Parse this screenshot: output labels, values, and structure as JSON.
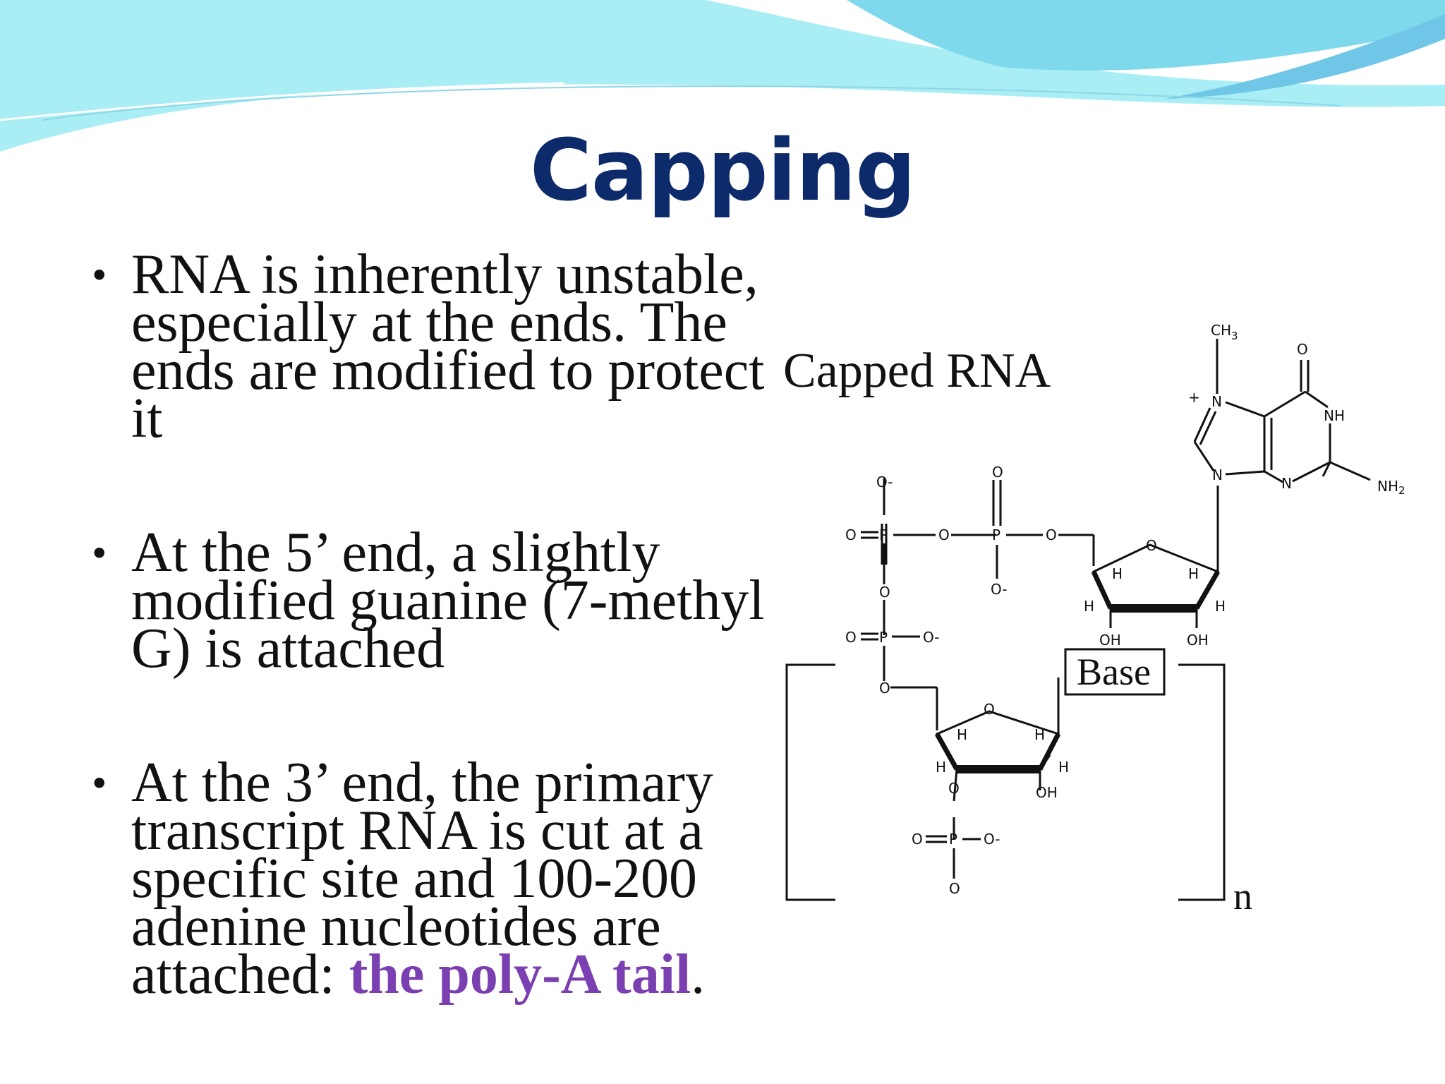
{
  "colors": {
    "title": "#0d2a6b",
    "highlight": "#7a3fb0",
    "wave_light": "#a8eef4",
    "wave_mid": "#7fd9ec",
    "wave_dark": "#6fc6e6"
  },
  "title": "Capping",
  "bullets": [
    {
      "parts": [
        {
          "text": "RNA is inherently unstable, especially at the ends.  The ends are modified to protect it",
          "emphasis": false
        }
      ]
    },
    {
      "parts": [
        {
          "text": "At the 5’ end, a slightly modified guanine (7-methyl G) is attached",
          "emphasis": false
        }
      ]
    },
    {
      "parts": [
        {
          "text": "At the 3’ end, the primary transcript RNA is cut at a specific site and 100-200 adenine nucleotides are attached: ",
          "emphasis": false
        },
        {
          "text": "the poly-A tail",
          "emphasis": true
        },
        {
          "text": ".",
          "emphasis": false
        }
      ]
    }
  ],
  "diagram": {
    "label": "Capped RNA",
    "base_box": "Base",
    "repeat": "n",
    "atoms": {
      "methyl": "CH",
      "methyl_sub": "3",
      "charge": "+",
      "n7": "N",
      "n9": "N",
      "n3": "N",
      "nh": "NH",
      "keto_o": "O",
      "amine": "NH",
      "amine_sub": "2",
      "p1_top": "O-",
      "p1_left": "O",
      "p1_atom": "P",
      "bridge_o1": "O",
      "p2_top": "O",
      "p2_atom": "P",
      "p2_bottom": "O-",
      "bridge_o2": "O",
      "ring1_o": "O",
      "ring1_h_left": "H",
      "ring1_h_right": "H",
      "ring1_h_outer_left": "H",
      "ring1_h_outer_right": "H",
      "ring1_oh_left": "OH",
      "ring1_oh_right": "OH",
      "bridge_o3": "O",
      "p3_left": "O",
      "p3_atom": "P",
      "p3_right": "O-",
      "bridge_o4": "O",
      "ring2_o": "O",
      "ring2_h_left": "H",
      "ring2_h_right": "H",
      "ring2_h_outer_left": "H",
      "ring2_h_outer_right": "H",
      "ring2_o3": "O",
      "ring2_oh": "OH",
      "p4_left": "O",
      "p4_atom": "P",
      "p4_right": "O-",
      "p4_bottom": "O"
    }
  }
}
